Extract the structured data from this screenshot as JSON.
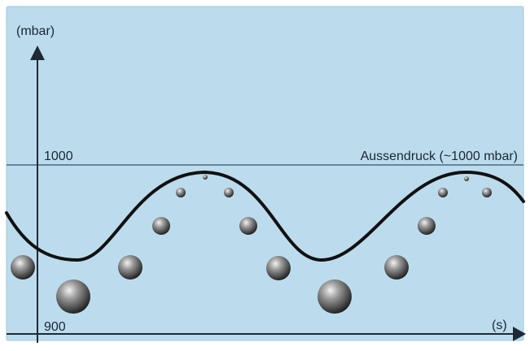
{
  "diagram": {
    "y_unit_label": "(mbar)",
    "x_unit_label": "(s)",
    "tick_upper": "1000",
    "tick_lower": "900",
    "reference_label": "Aussendruck (~1000 mbar)"
  },
  "colors": {
    "panel_background": "#bcdcee",
    "panel_border": "#9fc8e0",
    "axis": "#1e2a33",
    "reference_line": "#4a6a80",
    "curve": "#111111",
    "bubble_dark": "#1a1a1a",
    "bubble_light": "#f2f2f2",
    "text": "#1a2733"
  }
}
